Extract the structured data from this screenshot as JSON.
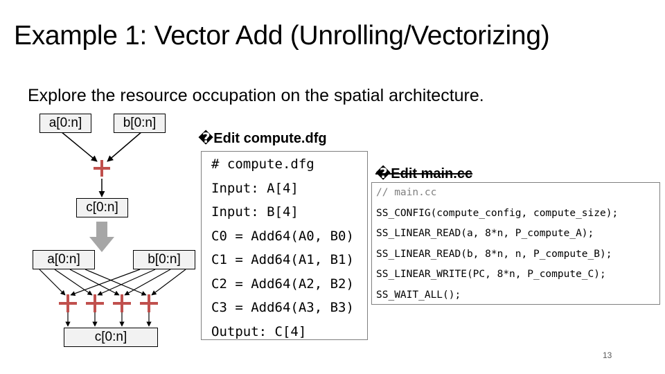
{
  "title": "Example 1: Vector Add (Unrolling/Vectorizing)",
  "subtitle": "Explore the resource occupation on the spatial architecture.",
  "diagram": {
    "top": {
      "input_a": "a[0:n]",
      "input_b": "b[0:n]",
      "output": "c[0:n]"
    },
    "bottom": {
      "input_a": "a[0:n]",
      "input_b": "b[0:n]",
      "output": "c[0:n]",
      "adder_count": 4
    }
  },
  "dfg_panel": {
    "heading": "�Edit compute.dfg",
    "lines": [
      "# compute.dfg",
      "Input: A[4]",
      "Input: B[4]",
      "C0 = Add64(A0, B0)",
      "C1 = Add64(A1, B1)",
      "C2 = Add64(A2, B2)",
      "C3 = Add64(A3, B3)",
      "Output: C[4]"
    ]
  },
  "main_panel": {
    "heading": "�Edit main.cc",
    "lines": [
      "// main.cc",
      "SS_CONFIG(compute_config, compute_size);",
      "SS_LINEAR_READ(a, 8*n, P_compute_A);",
      "SS_LINEAR_READ(b, 8*n, n, P_compute_B);",
      "SS_LINEAR_WRITE(PC, 8*n, P_compute_C);",
      "SS_WAIT_ALL();"
    ]
  },
  "colors": {
    "box_fill": "#f2f2f2",
    "adder": "#c0504d",
    "transform_arrow": "#a6a6a6",
    "code_border": "#7f7f7f",
    "comment": "#7f7f7f"
  },
  "page_number": "13"
}
